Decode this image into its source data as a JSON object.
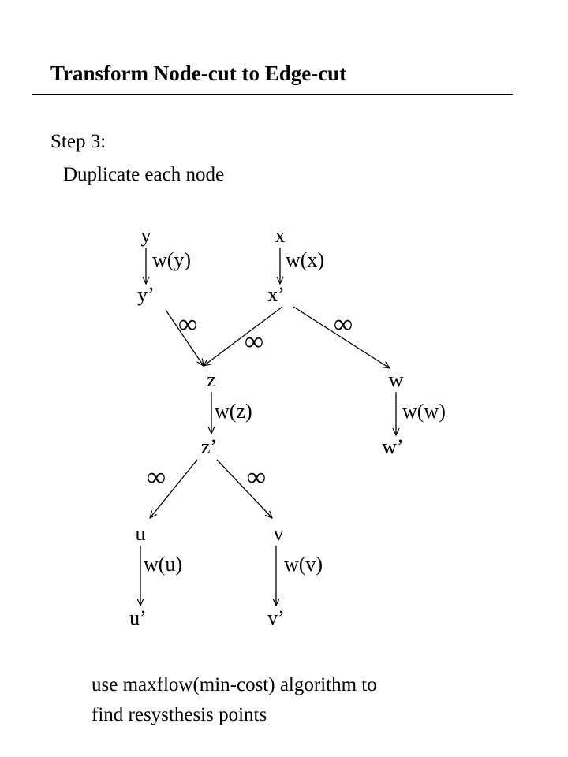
{
  "title": "Transform Node-cut to Edge-cut",
  "step": "Step 3:",
  "subtitle": "Duplicate each node",
  "diagram": {
    "nodes": [
      {
        "id": "y",
        "label": "y"
      },
      {
        "id": "x",
        "label": "x"
      },
      {
        "id": "yp",
        "label": "y’"
      },
      {
        "id": "xp",
        "label": "x’"
      },
      {
        "id": "z",
        "label": "z"
      },
      {
        "id": "w",
        "label": "w"
      },
      {
        "id": "zp",
        "label": "z’"
      },
      {
        "id": "wp",
        "label": "w’"
      },
      {
        "id": "u",
        "label": "u"
      },
      {
        "id": "v",
        "label": "v"
      },
      {
        "id": "up",
        "label": "u’"
      },
      {
        "id": "vp",
        "label": "v’"
      }
    ],
    "edges": [
      {
        "from": "y",
        "to": "yp",
        "label": "w(y)"
      },
      {
        "from": "x",
        "to": "xp",
        "label": "w(x)"
      },
      {
        "from": "yp",
        "to": "z",
        "label": "∞"
      },
      {
        "from": "xp",
        "to": "z",
        "label": "∞"
      },
      {
        "from": "xp",
        "to": "w",
        "label": "∞"
      },
      {
        "from": "z",
        "to": "zp",
        "label": "w(z)"
      },
      {
        "from": "w",
        "to": "wp",
        "label": "w(w)"
      },
      {
        "from": "zp",
        "to": "u",
        "label": "∞"
      },
      {
        "from": "zp",
        "to": "v",
        "label": "∞"
      },
      {
        "from": "u",
        "to": "up",
        "label": "w(u)"
      },
      {
        "from": "v",
        "to": "vp",
        "label": "w(v)"
      }
    ]
  },
  "footer": {
    "line1": "use maxflow(min-cost) algorithm to",
    "line2": "find resysthesis points"
  }
}
